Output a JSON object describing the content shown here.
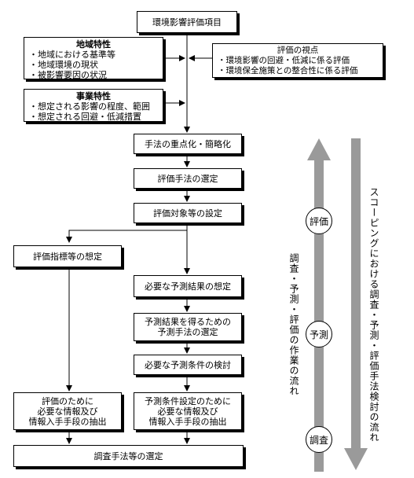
{
  "boxes": {
    "items": "環境影響評価項目",
    "regional_title": "地域特性",
    "regional_lines": [
      "・地域における基準等",
      "・地域環境の現状",
      "・被影響要因の状況"
    ],
    "project_title": "事業特性",
    "project_lines": [
      "・想定される影響の程度、範囲",
      "・想定される回避・低減措置"
    ],
    "viewpoint_title": "評価の視点",
    "viewpoint_lines": [
      "・環境影響の回避・低減に係る評価",
      "・環境保全施策との整合性に係る評価"
    ],
    "focus": "手法の重点化・簡略化",
    "select_eval": "評価手法の選定",
    "target_setting": "評価対象等の設定",
    "indicator": "評価指標等の想定",
    "pred_result": "必要な予測結果の想定",
    "pred_method": [
      "予測結果を得るための",
      "予測手法の選定"
    ],
    "pred_condition": "必要な予測条件の検討",
    "eval_info": [
      "評価のために",
      "必要な情報及び",
      "情報入手手段の抽出"
    ],
    "pred_info": [
      "予測条件設定のために",
      "必要な情報及び",
      "情報入手手段の抽出"
    ],
    "survey_method": "調査手法等の選定"
  },
  "side": {
    "circle_eval": "評価",
    "circle_pred": "予測",
    "circle_survey": "調査",
    "work_flow": "調査・予測・評価の作業の流れ",
    "scoping_flow": "スコーピングにおける調査・予測・評価手法検討の流れ"
  },
  "colors": {
    "arrow_gray": "#9a9a9a",
    "line": "#000000"
  }
}
